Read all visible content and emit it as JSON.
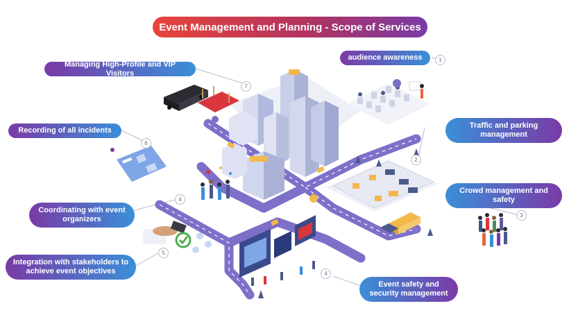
{
  "title": "Event Management and Planning - Scope of Services",
  "services": [
    {
      "number": "1",
      "label": "audience awareness"
    },
    {
      "number": "2",
      "label": "Traffic and parking management"
    },
    {
      "number": "3",
      "label": "Crowd management and safety"
    },
    {
      "number": "4",
      "label": "Event safety and security management"
    },
    {
      "number": "5",
      "label": "Integration with stakeholders to achieve event objectives"
    },
    {
      "number": "4",
      "label": "Coordinating with event organizers"
    },
    {
      "number": "6",
      "label": "Recording of all incidents"
    },
    {
      "number": "7",
      "label": "Managing High-Profile and VIP Visitors"
    }
  ],
  "colors": {
    "title_gradient": [
      "#e8443a",
      "#7a3aa6"
    ],
    "pill_gradient": [
      "#7a3aa6",
      "#3a8fd8"
    ],
    "road": "#7e6fc9",
    "building": "#c9cfe8"
  },
  "icons": [
    "city-illustration-icon",
    "limousine-icon",
    "red-carpet-icon",
    "audience-seats-icon",
    "parking-lot-icon",
    "crowd-icon",
    "truck-icon",
    "handshake-icon",
    "dashboard-icon",
    "security-screens-icon"
  ]
}
